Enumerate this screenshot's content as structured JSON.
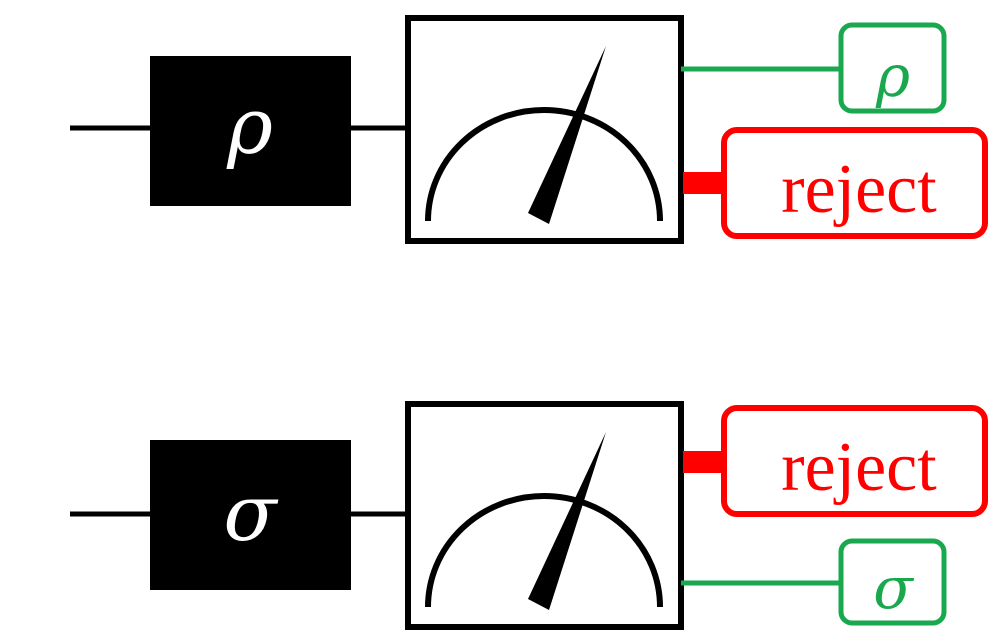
{
  "diagram": {
    "colors": {
      "wire": "#000000",
      "accept": "#1aa84f",
      "reject": "#ff0000",
      "box_fill": "#000000",
      "box_text": "#ffffff"
    },
    "rows": [
      {
        "input_state": "ρ",
        "accept_label": "ρ",
        "reject_label": "reject"
      },
      {
        "input_state": "σ",
        "accept_label": "σ",
        "reject_label": "reject"
      }
    ]
  }
}
